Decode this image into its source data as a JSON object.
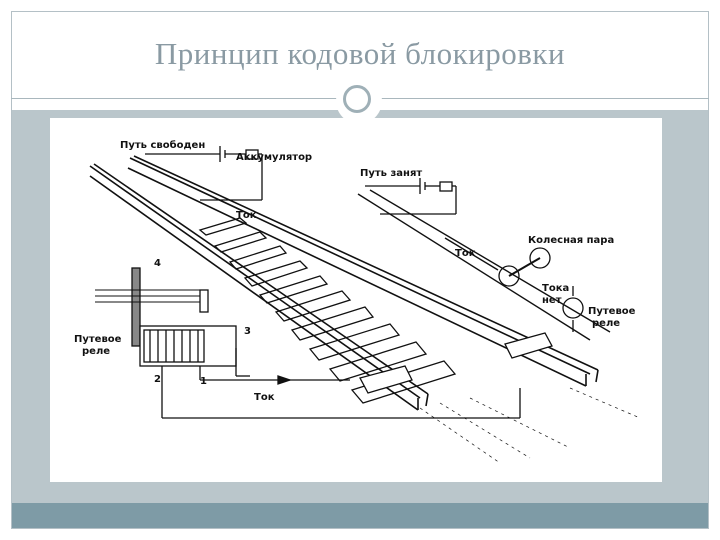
{
  "slide": {
    "title": "Принцип кодовой блокировки"
  },
  "diagram": {
    "labels": {
      "track_free": "Путь свободен",
      "battery": "Аккумулятор",
      "current_left": "Ток",
      "track_occupied": "Путь занят",
      "current_right": "Ток",
      "wheel_pair": "Колесная пара",
      "no_current_line1": "Тока",
      "no_current_line2": "нет",
      "relay_right_line1": "Путевое",
      "relay_right_line2": "реле",
      "relay_left_line1": "Путевое",
      "relay_left_line2": "реле",
      "num_4": "4",
      "num_3": "3",
      "num_2": "2",
      "num_1": "1",
      "current_bottom": "Ток"
    }
  }
}
